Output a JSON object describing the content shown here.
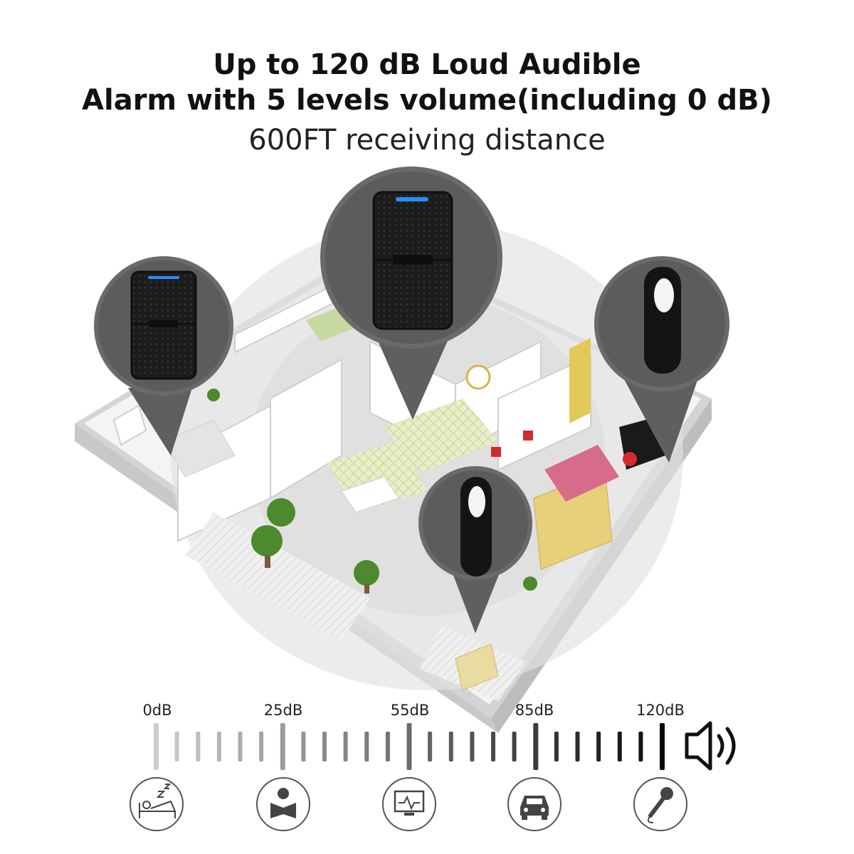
{
  "headline": {
    "line1": "Up to 120 dB Loud Audible",
    "line2": "Alarm with 5 levels volume(including 0 dB)",
    "line3": "600FT receiving distance"
  },
  "volume_scale": {
    "levels": [
      "0dB",
      "25dB",
      "55dB",
      "85dB",
      "120dB"
    ],
    "bar_count": 25
  },
  "activity_icons": [
    "sleep-icon",
    "reading-icon",
    "monitor-icon",
    "car-icon",
    "microphone-icon"
  ],
  "end_icon": "speaker-icon",
  "colors": {
    "text": "#111111",
    "bubble": "#5a5a5a",
    "device_led": "#2a8cff",
    "device_body": "#1a1a1a"
  }
}
